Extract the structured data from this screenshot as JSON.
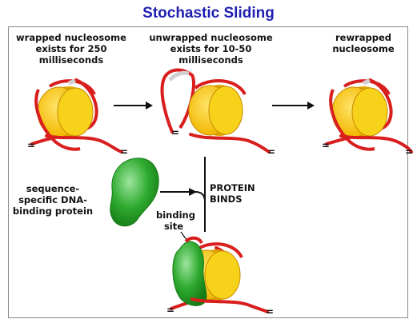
{
  "title": "Stochastic Sliding",
  "labels": {
    "wrapped": "wrapped nucleosome exists for 250 milliseconds",
    "unwrapped": "unwrapped nucleosome exists for 10-50 milliseconds",
    "rewrapped": "rewrapped nucleosome",
    "protein": "sequence-specific DNA-binding protein",
    "binds": "PROTEIN BINDS",
    "site": "binding site"
  },
  "colors": {
    "title": "#1f1fb3",
    "dna": "#d91e1e",
    "histone_core": "#f5c400",
    "histone_edge": "#c98a00",
    "protein": "#2faa2f",
    "binding_site": "#d9d9d9"
  }
}
